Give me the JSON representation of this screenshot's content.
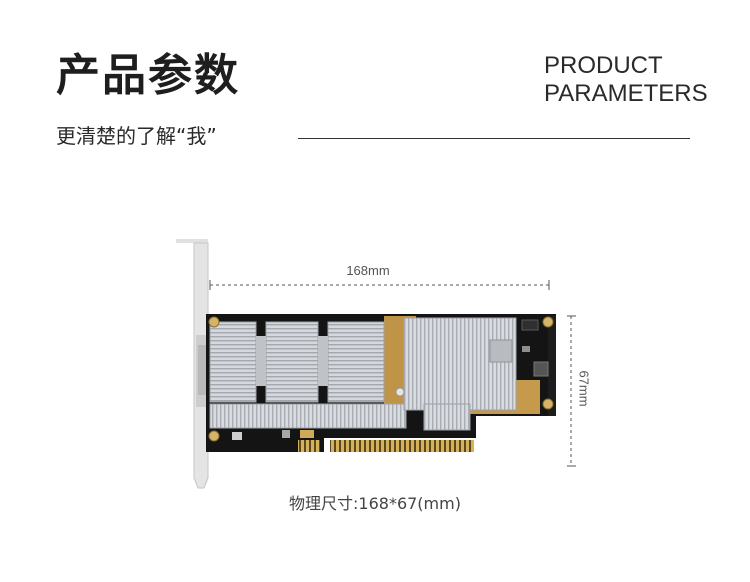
{
  "header": {
    "title_cn": "产品参数",
    "title_en_line1": "PRODUCT",
    "title_en_line2": "PARAMETERS",
    "subtitle": "更清楚的了解“我”"
  },
  "dimensions": {
    "width_label": "168mm",
    "height_label": "67mm",
    "caption": "物理尺寸:168*67(mm)"
  },
  "product_image": {
    "icon": "network-adapter-card-photo",
    "colors": {
      "pcb": "#141414",
      "heatsink": "#cfd2d6",
      "gold_finger": "#c9a24a",
      "bracket": "#dcdcdc"
    }
  }
}
